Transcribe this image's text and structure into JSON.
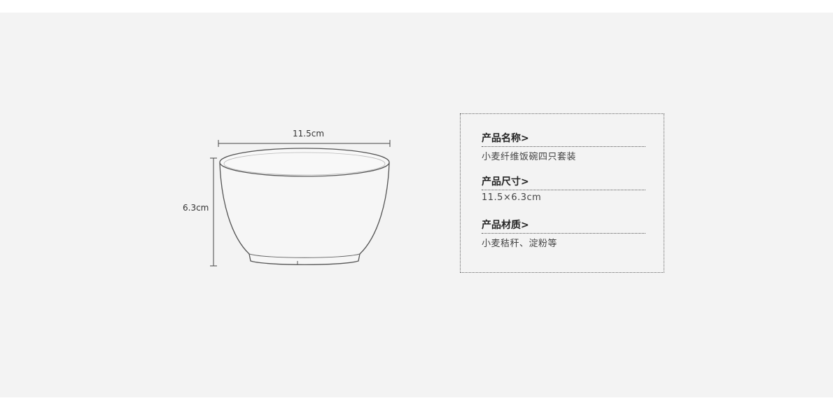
{
  "figure": {
    "width_label": "11.5cm",
    "height_label": "6.3cm"
  },
  "info": {
    "items": [
      {
        "title": "产品名称>",
        "value": "小麦纤维饭碗四只套装"
      },
      {
        "title": "产品尺寸>",
        "value": "11.5×6.3cm"
      },
      {
        "title": "产品材质>",
        "value": "小麦秸秆、淀粉等"
      }
    ]
  }
}
